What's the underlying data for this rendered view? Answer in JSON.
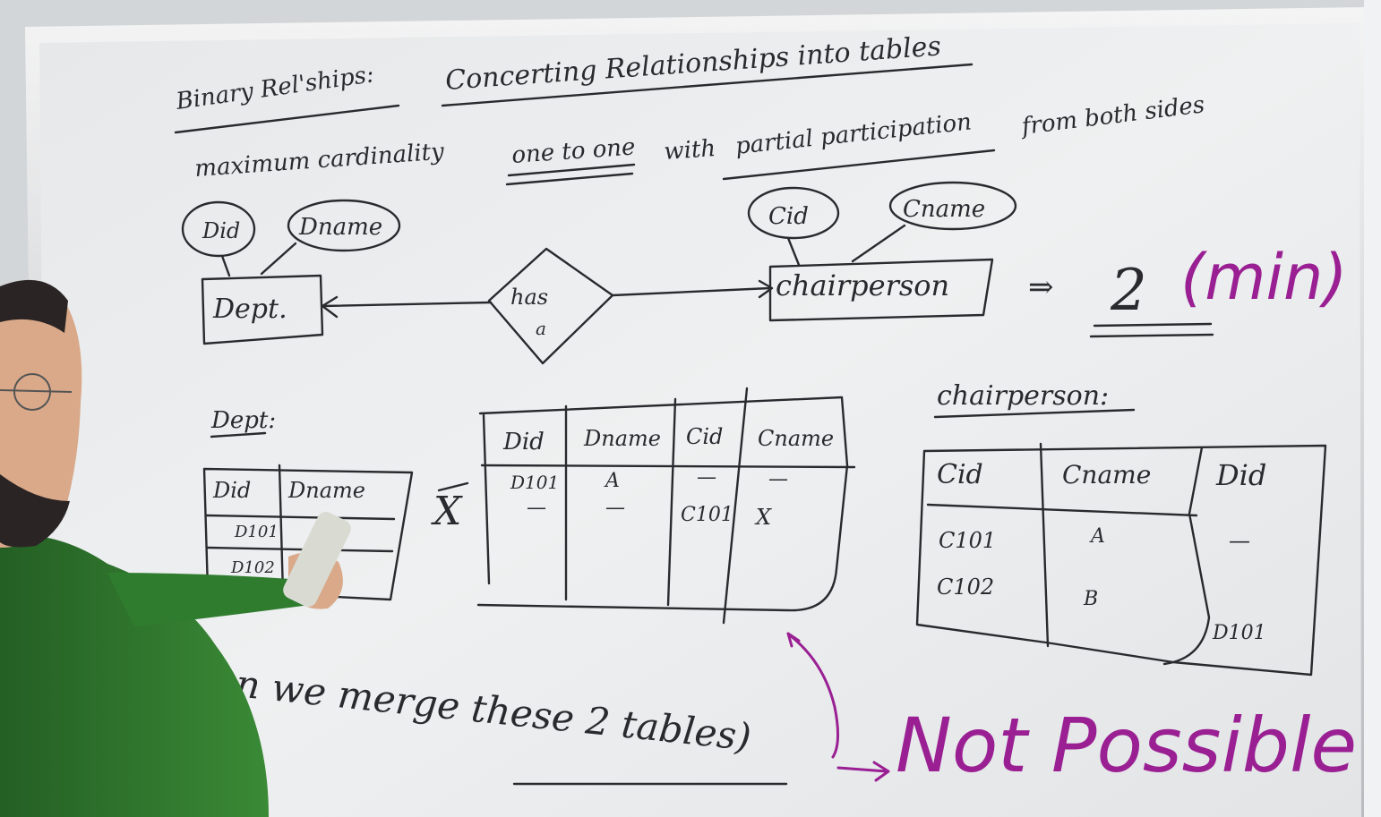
{
  "board": {
    "heading_left": "Binary Rel'ships:",
    "heading_right": "Concerting Relationships into tables",
    "subtitle_a": "maximum cardinality",
    "subtitle_b": "one to one",
    "subtitle_c": "with",
    "subtitle_d": "partial participation",
    "subtitle_e": "from both sides"
  },
  "er": {
    "attr_did": "Did",
    "attr_dname": "Dname",
    "entity_dept": "Dept.",
    "relation_has": "has",
    "relation_a": "a",
    "attr_cid": "Cid",
    "attr_cname": "Cname",
    "entity_chair": "chairperson",
    "result_arrow": "⇒",
    "result_value": "2",
    "result_note": "(min)"
  },
  "dept_table": {
    "label": "Dept:",
    "headers": [
      "Did",
      "Dname"
    ],
    "rows": [
      [
        "D101",
        ""
      ],
      [
        "D102",
        ""
      ]
    ]
  },
  "merged_table": {
    "cross": "X",
    "headers": [
      "Did",
      "Dname",
      "Cid",
      "Cname"
    ],
    "rows": [
      [
        "D101",
        "A",
        "—",
        "—"
      ],
      [
        "—",
        "—",
        "C101",
        "X"
      ]
    ]
  },
  "chair_table": {
    "label": "chairperson:",
    "headers": [
      "Cid",
      "Cname",
      "Did"
    ],
    "rows": [
      [
        "C101",
        "A",
        "—"
      ],
      [
        "C102",
        "B",
        "D101"
      ]
    ]
  },
  "question": "n we merge these 2 tables)",
  "answer": "Not Possible"
}
